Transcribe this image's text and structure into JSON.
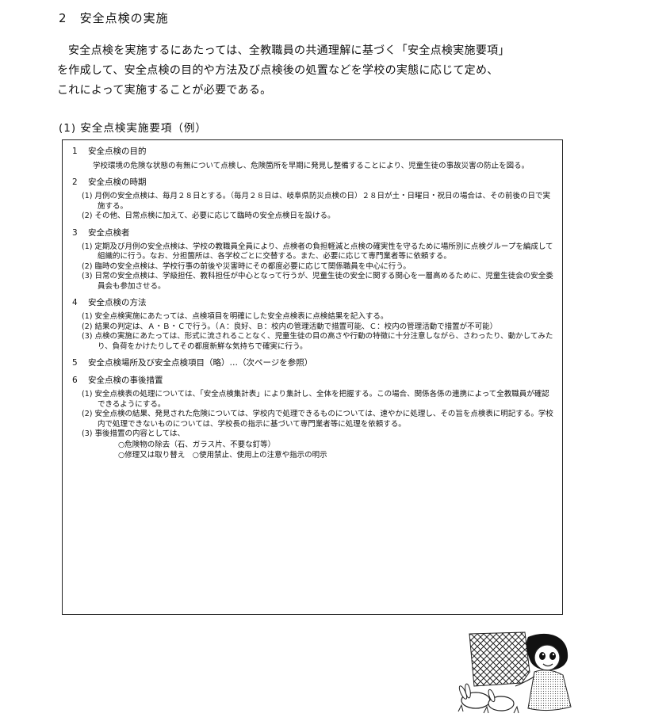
{
  "heading": {
    "number": "2",
    "text": "安全点検の実施"
  },
  "intro": [
    "安全点検を実施するにあたっては、全教職員の共通理解に基づく「安全点検実施要項」",
    "を作成して、安全点検の目的や方法及び点検後の処置などを学校の実態に応じて定め、",
    "これによって実施することが必要である。"
  ],
  "subheading": "(1)  安全点検実施要項（例）",
  "sections": [
    {
      "number": "1",
      "title": "安全点検の目的",
      "paragraph": "学校環境の危険な状態の有無について点検し、危険箇所を早期に発見し整備することにより、児童生徒の事故災害の防止を図る。",
      "items": [],
      "bullets": []
    },
    {
      "number": "2",
      "title": "安全点検の時期",
      "paragraph": "",
      "items": [
        "(1) 月例の安全点検は、毎月２８日とする。（毎月２８日は、岐阜県防災点検の日）２８日が土・日曜日・祝日の場合は、その前後の日で実施する。",
        "(2) その他、日常点検に加えて、必要に応じて臨時の安全点検日を設ける。"
      ],
      "bullets": []
    },
    {
      "number": "3",
      "title": "安全点検者",
      "paragraph": "",
      "items": [
        "(1) 定期及び月例の安全点検は、学校の教職員全員により、点検者の負担軽減と点検の確実性を守るために場所別に点検グループを編成して組織的に行う。なお、分担箇所は、各学校ごとに交替する。また、必要に応じて専門業者等に依頼する。",
        "(2) 臨時の安全点検は、学校行事の前後や災害時にその都度必要に応じて関係職員を中心に行う。",
        "(3) 日常の安全点検は、学級担任、教科担任が中心となって行うが、児童生徒の安全に関する関心を一層高めるために、児童生徒会の安全委員会も参加させる。"
      ],
      "bullets": []
    },
    {
      "number": "4",
      "title": "安全点検の方法",
      "paragraph": "",
      "items": [
        "(1) 安全点検実施にあたっては、点検項目を明確にした安全点検表に点検結果を記入する。",
        "(2) 結果の判定は、Ａ・Ｂ・Ｃで行う。（Ａ：良好、Ｂ：校内の管理活動で措置可能、Ｃ：校内の管理活動で措置が不可能）",
        "(3) 点検の実施にあたっては、形式に流されることなく、児童生徒の目の高さや行動の特徴に十分注意しながら、さわったり、動かしてみたり、負荷をかけたりしてその都度新鮮な気持ちで確実に行う。"
      ],
      "bullets": []
    },
    {
      "number": "5",
      "title": "安全点検場所及び安全点検項目（略）…（次ページを参照）",
      "paragraph": "",
      "items": [],
      "bullets": []
    },
    {
      "number": "6",
      "title": "安全点検の事後措置",
      "paragraph": "",
      "items": [
        "(1) 安全点検表の処理については、「安全点検集計表」により集計し、全体を把握する。この場合、関係各係の連携によって全教職員が確認できるようにする。",
        "(2) 安全点検の結果、発見された危険については、学校内で処理できるものについては、速やかに処理し、その旨を点検表に明記する。学校内で処理できないものについては、学校長の指示に基づいて専門業者等に処理を依頼する。",
        "(3) 事後措置の内容としては、"
      ],
      "bullets": [
        "○危険物の除去（石、ガラス片、不要な釘等）",
        "○修理又は取り替え　○使用禁止、使用上の注意や指示の明示"
      ]
    }
  ]
}
